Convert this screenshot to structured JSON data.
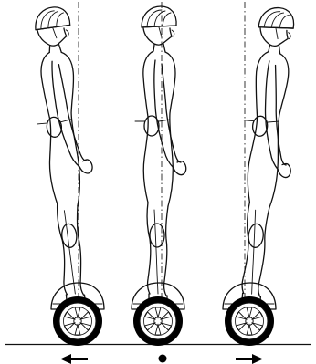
{
  "figure": {
    "riders": [
      {
        "id": "rider-leaning-back",
        "direction_indicator": "arrow-left-icon",
        "posture": "leaning-back"
      },
      {
        "id": "rider-upright",
        "direction_indicator": "dot-icon",
        "posture": "upright"
      },
      {
        "id": "rider-leaning-forward",
        "direction_indicator": "arrow-right-icon",
        "posture": "leaning-forward"
      }
    ],
    "colors": {
      "line": "#111111",
      "background": "#ffffff",
      "wheel": "#000000"
    }
  }
}
